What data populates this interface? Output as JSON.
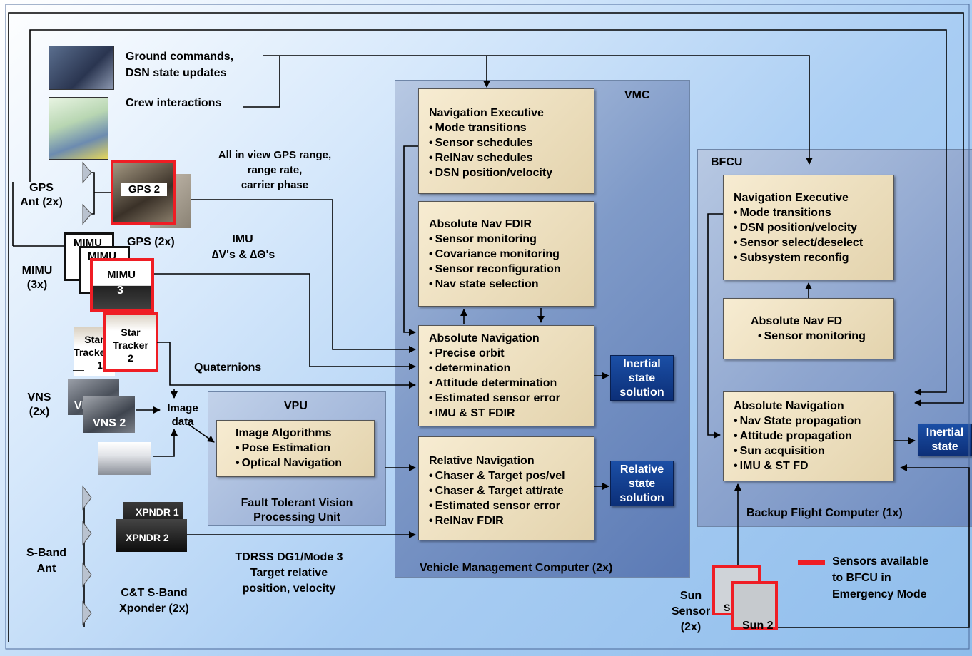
{
  "inputs": {
    "ground": [
      "Ground commands,",
      "DSN state updates"
    ],
    "crew": "Crew interactions",
    "gps_data": [
      "All in view GPS range,",
      "range rate,",
      "carrier phase"
    ],
    "imu_data": [
      "IMU",
      "∆V's & ∆Θ's"
    ],
    "quaternions": "Quaternions",
    "image_data": [
      "Image",
      "data"
    ],
    "tdrss": [
      "TDRSS DG1/Mode 3",
      "Target relative",
      "position, velocity"
    ]
  },
  "devices": {
    "gps_ant": [
      "GPS",
      "Ant (2x)"
    ],
    "gps2": "GPS 2",
    "gps_count": "GPS (2x)",
    "mimu_side": [
      "MIMU",
      "(3x)"
    ],
    "mimu1": "MIMU",
    "mimu2": "MIMU",
    "mimu3": [
      "MIMU",
      "3"
    ],
    "star1": [
      "Star",
      "Tracker",
      "1"
    ],
    "star2": [
      "Star",
      "Tracker",
      "2"
    ],
    "vns_side": [
      "VNS",
      "(2x)"
    ],
    "vns1": "VNS",
    "vns2": "VNS 2",
    "sband_ant": [
      "S-Band",
      "Ant"
    ],
    "xpndr1": "XPNDR 1",
    "xpndr2": "XPNDR 2",
    "xponder": [
      "C&T S-Band",
      "Xponder (2x)"
    ],
    "sun_side": [
      "Sun",
      "Sensor",
      "(2x)"
    ],
    "sun1": "Su",
    "sun2": "Sun 2"
  },
  "vmc": {
    "title": "VMC",
    "footer": "Vehicle Management Computer (2x)",
    "nav_exec": {
      "title": "Navigation Executive",
      "items": [
        "Mode transitions",
        "Sensor schedules",
        "RelNav schedules",
        "DSN position/velocity"
      ]
    },
    "fdir": {
      "title": "Absolute Nav FDIR",
      "items": [
        "Sensor monitoring",
        "Covariance monitoring",
        "Sensor reconfiguration",
        "Nav state selection"
      ]
    },
    "abs_nav": {
      "title": "Absolute Navigation",
      "items": [
        "Precise orbit",
        "Attitude determination",
        "Estimated sensor error",
        "IMU & ST FDIR"
      ],
      "cont": "determination"
    },
    "rel_nav": {
      "title": "Relative Navigation",
      "items": [
        "Chaser & Target pos/vel",
        "Chaser & Target att/rate",
        "Estimated sensor error",
        "RelNav FDIR"
      ]
    },
    "inertial": [
      "Inertial",
      "state",
      "solution"
    ],
    "relative": [
      "Relative",
      "state",
      "solution"
    ]
  },
  "vpu": {
    "title": "VPU",
    "box": {
      "title": "Image Algorithms",
      "items": [
        "Pose Estimation",
        "Optical Navigation"
      ]
    },
    "footer": [
      "Fault Tolerant  Vision",
      "Processing Unit"
    ]
  },
  "bfcu": {
    "title": "BFCU",
    "footer": "Backup Flight Computer (1x)",
    "nav_exec": {
      "title": "Navigation Executive",
      "items": [
        "Mode transitions",
        "DSN position/velocity",
        "Sensor select/deselect",
        "Subsystem reconfig"
      ]
    },
    "fd": {
      "title": "Absolute Nav FD",
      "items": [
        "Sensor monitoring"
      ]
    },
    "abs_nav": {
      "title": "Absolute Navigation",
      "items": [
        "Nav State propagation",
        "Attitude propagation",
        "Sun acquisition",
        "IMU & ST FD"
      ]
    },
    "inertial": [
      "Inertial",
      "state"
    ]
  },
  "legend": {
    "text": [
      "Sensors available",
      "to BFCU in",
      "Emergency Mode"
    ],
    "color": "#ef1d24"
  },
  "colors": {
    "arrow": "#000000",
    "sensor_highlight": "#ef1d24",
    "state_box": "#0c2f78"
  }
}
